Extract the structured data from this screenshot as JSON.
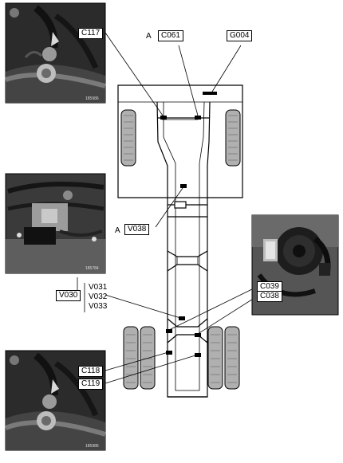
{
  "labels": {
    "a_top": "A",
    "c061": "C061",
    "g004": "G004",
    "c117": "C117",
    "a_mid": "A",
    "v038": "V038",
    "v030": "V030",
    "v031": "V031",
    "v032": "V032",
    "v033": "V033",
    "c039": "C039",
    "c038": "C038",
    "c118": "C118",
    "c119": "C119"
  },
  "photo_tags": {
    "p1": "185986",
    "p2": "185784",
    "p3": "185986"
  },
  "colors": {
    "line": "#000000",
    "photo_dark": "#1d1d1d",
    "photo_mid": "#5a5a5a",
    "photo_light": "#bdbdbd",
    "tire": "#b0b0b0"
  }
}
